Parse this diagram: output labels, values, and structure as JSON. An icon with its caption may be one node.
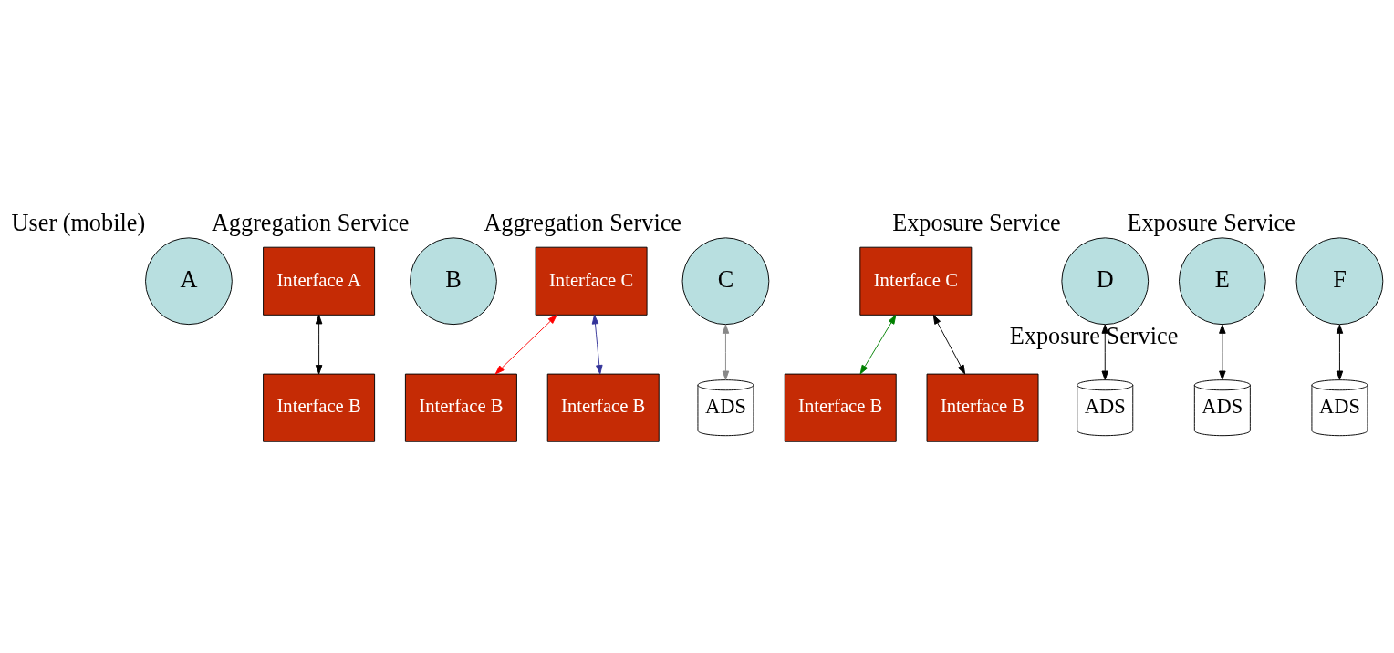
{
  "diagram": {
    "nodes": [
      {
        "text": [
          "A"
        ],
        "beside": [
          "User (mobile)"
        ]
      },
      {
        "text": [
          "Interface A"
        ]
      },
      {
        "text": [
          "B"
        ],
        "beside": [
          "Aggregation Service"
        ]
      },
      {
        "text": [
          "Interface B"
        ]
      },
      {
        "text": [
          "Interface C"
        ]
      },
      {
        "text": [
          "C"
        ],
        "beside": [
          "Aggregation Service"
        ]
      },
      {
        "text": [
          "Interface B"
        ]
      },
      {
        "text": [
          "Interface C"
        ]
      },
      {
        "text": [
          "ADS"
        ]
      },
      {
        "text": [
          "D"
        ],
        "beside": [
          "Exposure Service"
        ]
      },
      {
        "text": [
          "Interface B"
        ]
      },
      {
        "text": [
          "ADS"
        ]
      },
      {
        "text": [
          "E"
        ],
        "beside": [
          "Exposure Service"
        ]
      },
      {
        "text": [
          "Interface B"
        ]
      },
      {
        "text": [
          "ADS"
        ]
      },
      {
        "text": [
          "F"
        ],
        "beside": [
          "Exposure Service"
        ]
      },
      {
        "text": [
          "Interface B"
        ]
      },
      {
        "text": [
          "ADS"
        ]
      }
    ],
    "edges": [
      {
        "from": 1,
        "to": 3,
        "arrow": "both"
      },
      {
        "from": 4,
        "to": 6,
        "arrow": "both",
        "color": "#ff0000"
      },
      {
        "from": 4,
        "to": 10,
        "arrow": "both",
        "color": "#333399"
      },
      {
        "from": 7,
        "to": 13,
        "arrow": "both",
        "color": "#008000"
      },
      {
        "from": 7,
        "to": 16,
        "arrow": "both"
      },
      {
        "from": 5,
        "to": 8,
        "arrow": "both",
        "color": "#888888"
      },
      {
        "from": 9,
        "to": 11,
        "arrow": "both"
      },
      {
        "from": 12,
        "to": 14,
        "arrow": "both"
      },
      {
        "from": 15,
        "to": 17,
        "arrow": "both"
      }
    ]
  }
}
